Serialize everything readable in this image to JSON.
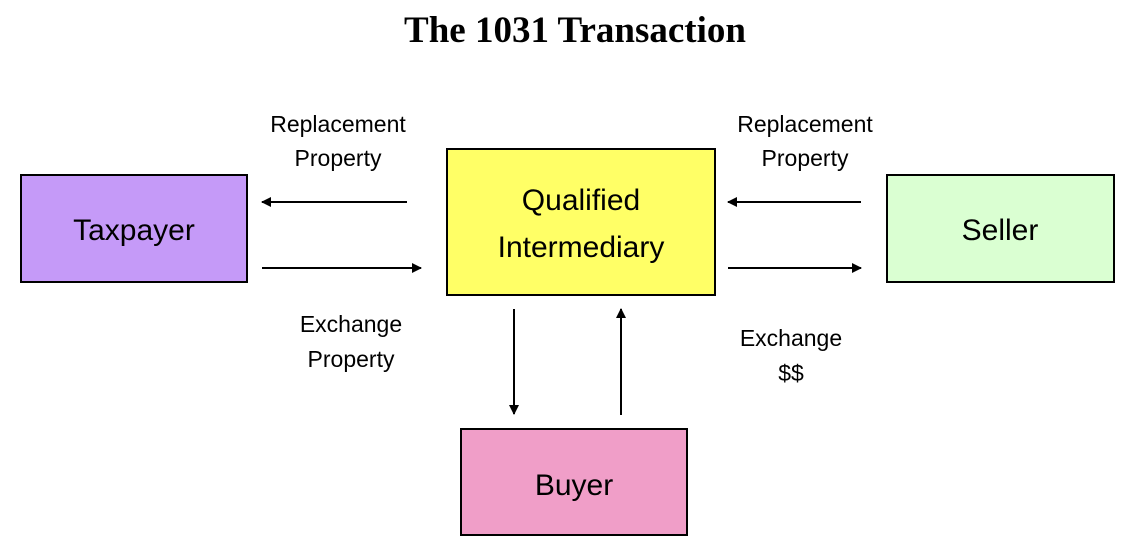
{
  "title": "The 1031 Transaction",
  "nodes": {
    "taxpayer": {
      "label": "Taxpayer",
      "color": "#C59AF8"
    },
    "intermediary": {
      "label_line1": "Qualified",
      "label_line2": "Intermediary",
      "color": "#FFFF66"
    },
    "seller": {
      "label": "Seller",
      "color": "#DAFFD2"
    },
    "buyer": {
      "label": "Buyer",
      "color": "#F09EC8"
    }
  },
  "labels": {
    "left_top": {
      "line1": "Replacement",
      "line2": "Property"
    },
    "left_bottom": {
      "line1": "Exchange",
      "line2": "Property"
    },
    "right_top": {
      "line1": "Replacement",
      "line2": "Property"
    },
    "right_bottom": {
      "line1": "Exchange",
      "line2": "$$"
    }
  }
}
